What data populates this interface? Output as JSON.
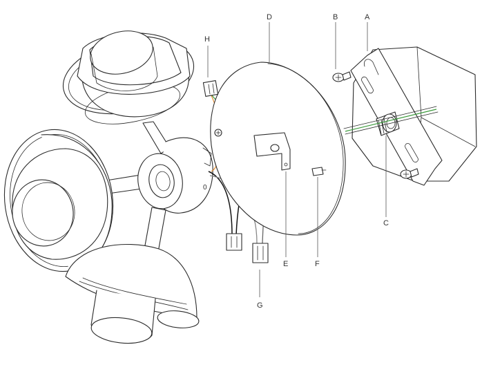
{
  "callouts": {
    "A": "A",
    "B": "B",
    "C": "C",
    "D": "D",
    "E": "E",
    "F": "F",
    "G": "G",
    "H": "H",
    "zero": "0"
  },
  "colors": {
    "line": "#2a2a2a",
    "ground_wire": "#3a9a3a",
    "orange_wire": "#e08a30",
    "black_wire": "#111111",
    "white_wire": "#888888",
    "label": "#333333"
  }
}
